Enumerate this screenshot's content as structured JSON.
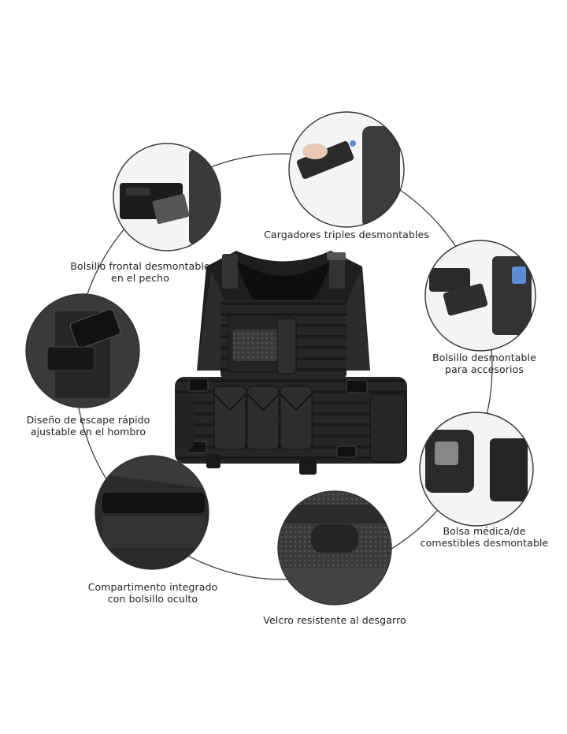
{
  "image": {
    "subject": "tactical-vest",
    "colors": {
      "vest": "#2a2a2a",
      "vest_dark": "#141414",
      "vest_light": "#4a4a4a",
      "accent": "#5b8cd6",
      "line": "#333333"
    }
  },
  "features": [
    {
      "id": "chest-pocket",
      "lines": [
        "Bolsillo frontal desmontable",
        "en el pecho"
      ]
    },
    {
      "id": "triple-magazines",
      "lines": [
        "Cargadores triples desmontables"
      ]
    },
    {
      "id": "accessory-pouch",
      "lines": [
        "Bolsillo desmontable",
        "para accesorios"
      ]
    },
    {
      "id": "quick-release",
      "lines": [
        "Diseño de escape rápido",
        "ajustable en el hombro"
      ]
    },
    {
      "id": "medical-pouch",
      "lines": [
        "Bolsa médica/de",
        "comestibles desmontable"
      ]
    },
    {
      "id": "hidden-compartment",
      "lines": [
        "Compartimento integrado",
        "con bolsillo oculto"
      ]
    },
    {
      "id": "velcro",
      "lines": [
        "Velcro resistente al desgarro"
      ]
    }
  ]
}
